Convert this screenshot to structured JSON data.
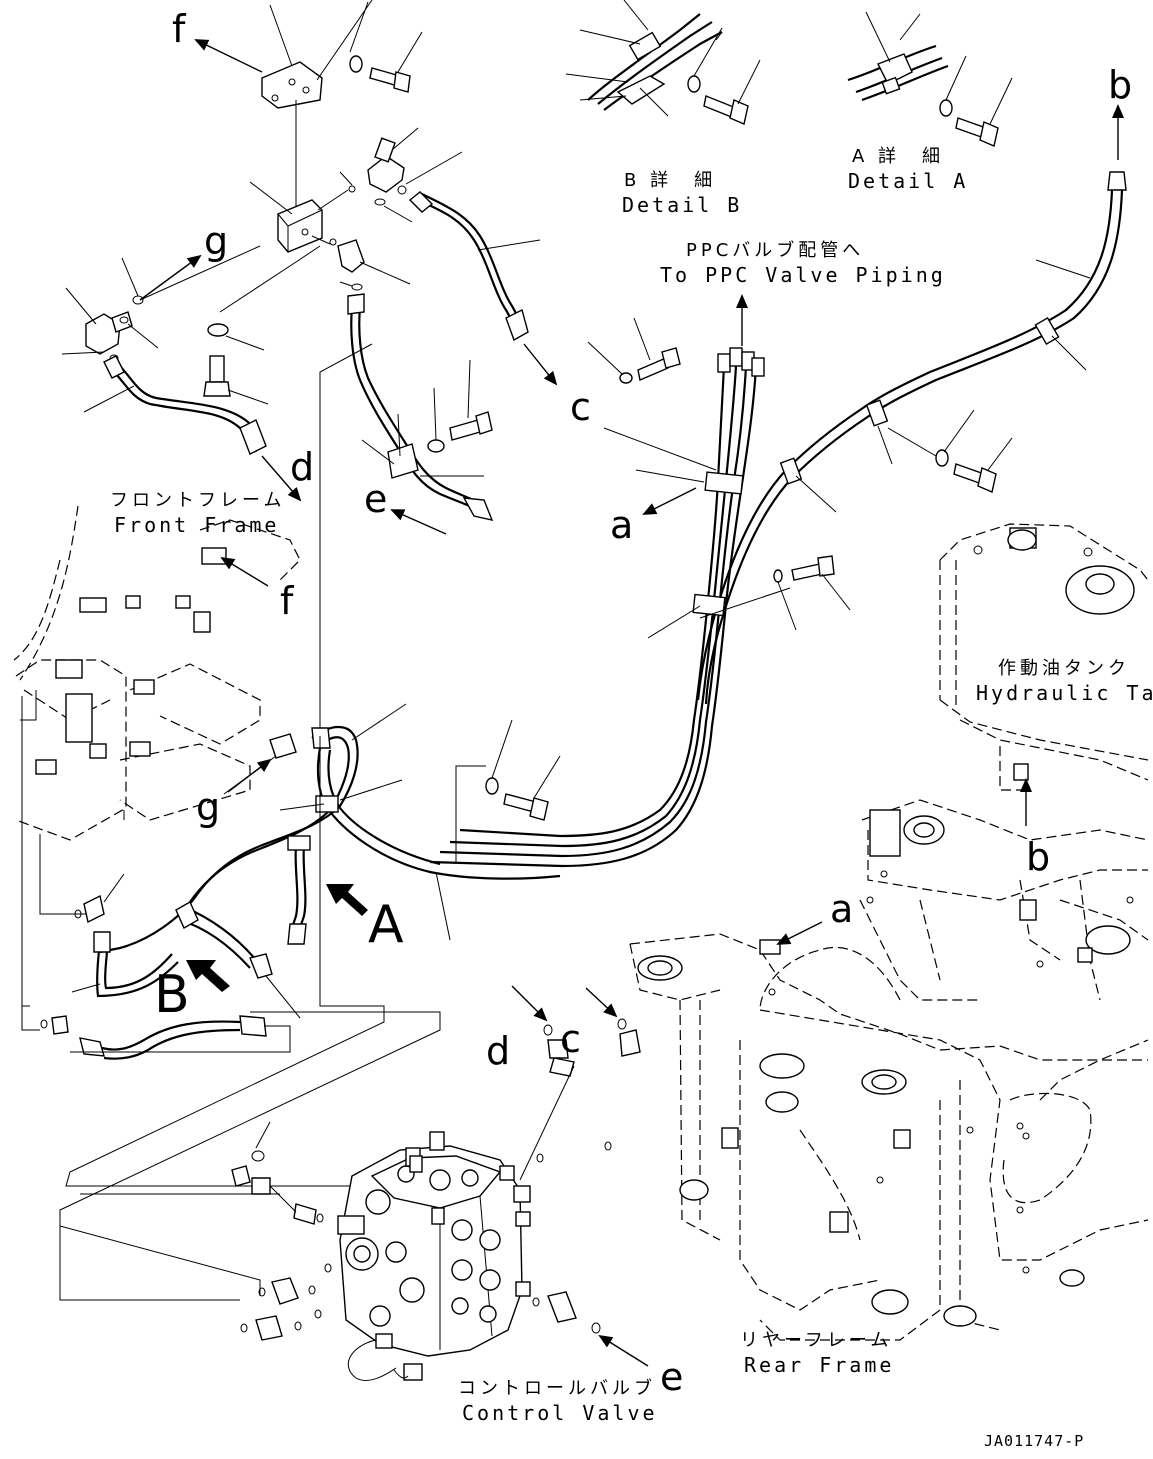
{
  "diagram": {
    "drawing_number": "JA011747-P",
    "callouts": {
      "a": "a",
      "b": "b",
      "c": "c",
      "d": "d",
      "e": "e",
      "f": "f",
      "g": "g",
      "A": "A",
      "B": "B"
    },
    "captions": {
      "detail_b_jp": "B 詳　細",
      "detail_b_en": "Detail B",
      "detail_a_jp": "A 詳　細",
      "detail_a_en": "Detail A",
      "ppc_jp": "PPCバルブ配管へ",
      "ppc_en": "To PPC Valve Piping",
      "front_frame_jp": "フロントフレーム",
      "front_frame_en": "Front Frame",
      "hydraulic_tank_jp": "作動油タンク",
      "hydraulic_tank_en": "Hydraulic Tank",
      "rear_frame_jp": "リヤーフレーム",
      "rear_frame_en": "Rear Frame",
      "control_valve_jp": "コントロールバルブ",
      "control_valve_en": "Control Valve"
    }
  }
}
